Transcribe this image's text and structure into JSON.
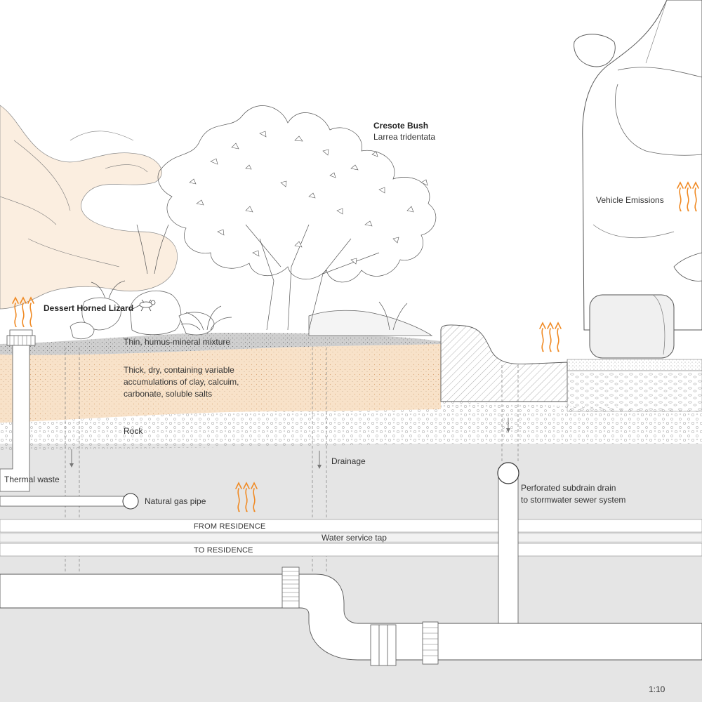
{
  "labels": {
    "cresote_title": "Cresote Bush",
    "cresote_species": "Larrea tridentata",
    "vehicle_emissions": "Vehicle Emissions",
    "lizard": "Dessert Horned Lizard",
    "humus_layer": "Thin, humus-mineral mixture",
    "dry_layer_1": "Thick, dry, containing variable",
    "dry_layer_2": "accumulations of clay, calcuim,",
    "dry_layer_3": "carbonate, soluble salts",
    "rock": "Rock",
    "drainage": "Drainage",
    "thermal_waste": "Thermal waste",
    "natural_gas_pipe": "Natural gas pipe",
    "subdrain_1": "Perforated subdrain drain",
    "subdrain_2": "to stormwater sewer system",
    "from_residence": "FROM RESIDENCE",
    "water_service_tap": "Water service tap",
    "to_residence": "TO RESIDENCE",
    "scale": "1:10"
  },
  "icons": [
    "heat-wave-icon",
    "lizard-icon",
    "drainage-arrow-icon"
  ],
  "colors": {
    "heat": "#f08a24",
    "sandy_layer": "#f8e2c9",
    "underground": "#e5e5e5",
    "humus_gray": "#c9c9c9",
    "pipe_fill": "#ffffff",
    "tree_fill": "#fbeee0"
  }
}
